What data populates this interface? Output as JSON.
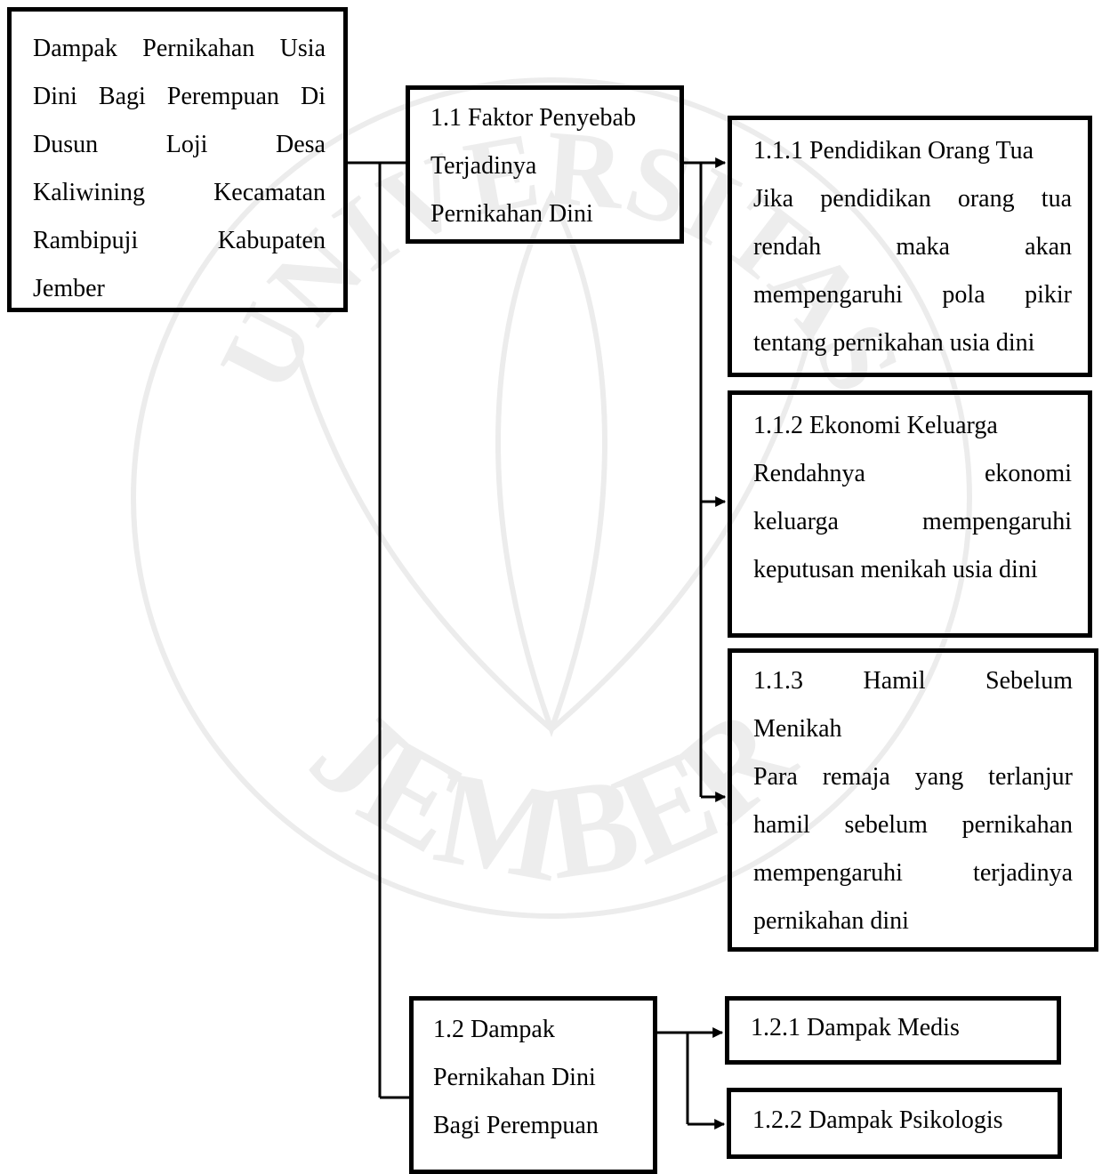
{
  "watermark": {
    "arc_top": "UNIVERSITAS",
    "arc_bottom": "JEMBER",
    "color": "#d9d9d9"
  },
  "diagram": {
    "root": {
      "lines": [
        "Dampak Pernikahan Usia",
        "Dini Bagi Perempuan Di",
        "Dusun Loji Desa",
        "Kaliwining Kecamatan",
        "Rambipuji Kabupaten",
        "Jember"
      ]
    },
    "factor": {
      "lines": [
        "1.1 Faktor Penyebab",
        "Terjadinya",
        "Pernikahan Dini"
      ]
    },
    "factors": [
      {
        "title": "1.1.1 Pendidikan Orang Tua",
        "lines": [
          "Jika pendidikan orang tua",
          "rendah maka akan",
          "mempengaruhi pola pikir",
          "tentang pernikahan usia dini"
        ]
      },
      {
        "title": "1.1.2 Ekonomi Keluarga",
        "lines": [
          "Rendahnya ekonomi",
          "keluarga mempengaruhi",
          "keputusan menikah usia dini"
        ]
      },
      {
        "title_lines": [
          "1.1.3 Hamil Sebelum",
          "Menikah"
        ],
        "lines": [
          "Para remaja yang terlanjur",
          "hamil sebelum pernikahan",
          "mempengaruhi terjadinya",
          "pernikahan dini"
        ]
      }
    ],
    "impact": {
      "lines": [
        "1.2 Dampak",
        "Pernikahan Dini",
        "Bagi Perempuan"
      ]
    },
    "impacts": [
      {
        "title": "1.2.1 Dampak Medis"
      },
      {
        "title": "1.2.2 Dampak Psikologis"
      }
    ]
  }
}
